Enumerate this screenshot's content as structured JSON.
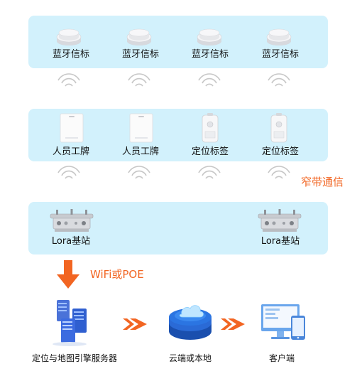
{
  "row1": {
    "labels": [
      "蓝牙信标",
      "蓝牙信标",
      "蓝牙信标",
      "蓝牙信标"
    ]
  },
  "row2": {
    "labels": [
      "人员工牌",
      "人员工牌",
      "定位标签",
      "定位标签"
    ]
  },
  "row3": {
    "labels": [
      "Lora基站",
      "Lora基站"
    ]
  },
  "side_note": "窄带通信",
  "wifi_note": "WiFi或POE",
  "bottom": {
    "labels": [
      "定位与地图引擎服务器",
      "云端或本地",
      "客户端"
    ]
  },
  "colors": {
    "panel": "#d2f1fc",
    "accent": "#f26522",
    "blue": "#1e6fd9"
  },
  "icons": [
    "beacon-icon",
    "wifi-signal-icon",
    "badge-icon",
    "location-tag-icon",
    "lora-base-station-icon",
    "down-arrow-icon",
    "server-icon",
    "cloud-database-icon",
    "right-arrow-icon",
    "client-computer-icon"
  ]
}
